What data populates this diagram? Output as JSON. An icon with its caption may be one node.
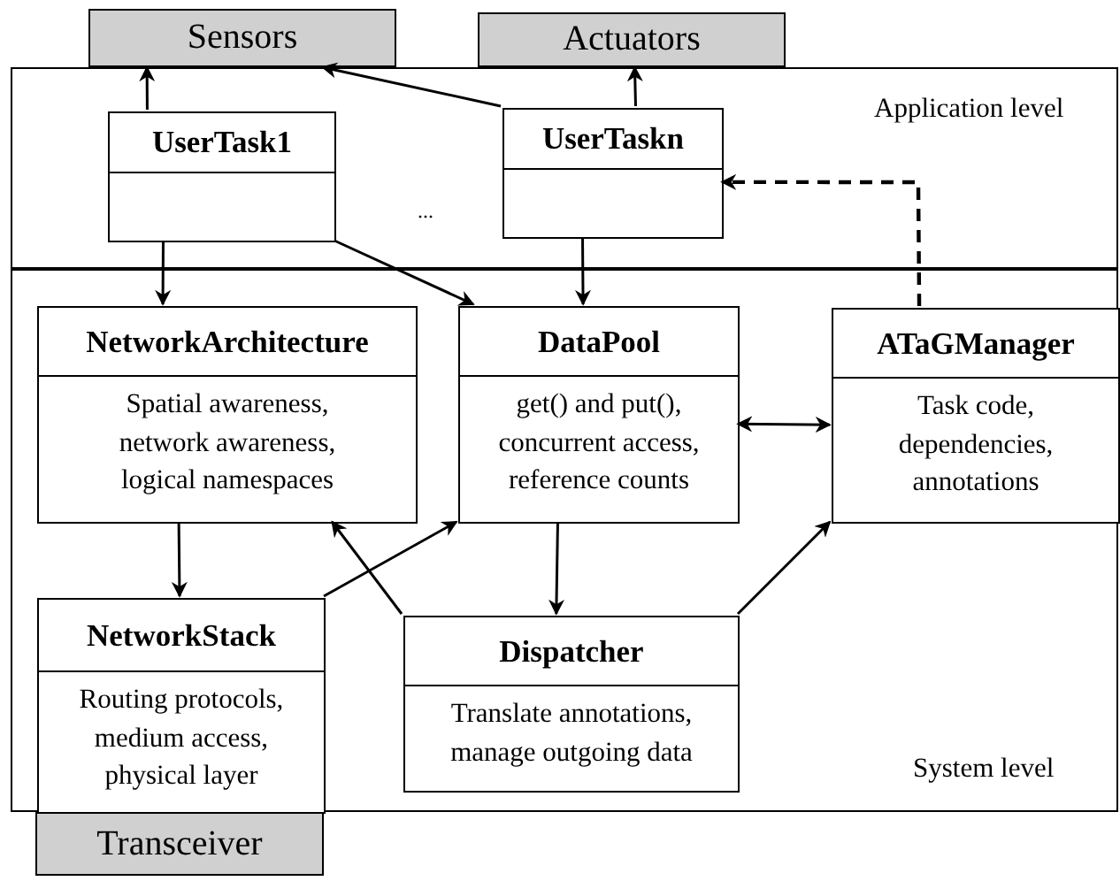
{
  "diagram": {
    "nodes": [
      {
        "text": [
          "Sensors"
        ]
      },
      {
        "text": [
          "Actuators"
        ]
      },
      {
        "text": [
          "Application level"
        ]
      },
      {
        "text": [
          "UserTask1"
        ],
        "in": 2
      },
      {
        "text": [
          "UserTaskn"
        ],
        "in": 2
      },
      {
        "text": [
          "System level"
        ]
      },
      {
        "text": [
          "NetworkArchitecture",
          "Spatial awareness, network awareness, logical namespaces"
        ],
        "in": 5
      },
      {
        "text": [
          "DataPool",
          "get() and put(), concurrent access, reference counts"
        ],
        "in": 5
      },
      {
        "text": [
          "ATaGManager",
          "Task code, dependencies, annotations"
        ],
        "in": 5
      },
      {
        "text": [
          "NetworkStack",
          "Routing protocols, medium access, physical layer"
        ],
        "in": 5
      },
      {
        "text": [
          "Dispatcher",
          "Translate annotations, manage outgoing data"
        ],
        "in": 5
      },
      {
        "text": [
          "Transceiver"
        ]
      }
    ],
    "edges": [
      {
        "from": 3,
        "to": 0,
        "arrow": "to"
      },
      {
        "from": 4,
        "to": 0,
        "arrow": "to"
      },
      {
        "from": 4,
        "to": 1,
        "arrow": "to"
      },
      {
        "from": 8,
        "to": 4,
        "arrow": "to",
        "style": "dashed"
      },
      {
        "from": 3,
        "to": 6,
        "arrow": "to"
      },
      {
        "from": 3,
        "to": 7,
        "arrow": "to"
      },
      {
        "from": 4,
        "to": 7,
        "arrow": "to"
      },
      {
        "from": 7,
        "to": 8,
        "arrow": "both"
      },
      {
        "from": 6,
        "to": 9,
        "arrow": "to"
      },
      {
        "from": 9,
        "to": 7,
        "arrow": "to"
      },
      {
        "from": 10,
        "to": 6,
        "arrow": "to"
      },
      {
        "from": 7,
        "to": 10,
        "arrow": "to"
      },
      {
        "from": 10,
        "to": 8,
        "arrow": "to"
      }
    ],
    "labels": [
      "..."
    ]
  }
}
